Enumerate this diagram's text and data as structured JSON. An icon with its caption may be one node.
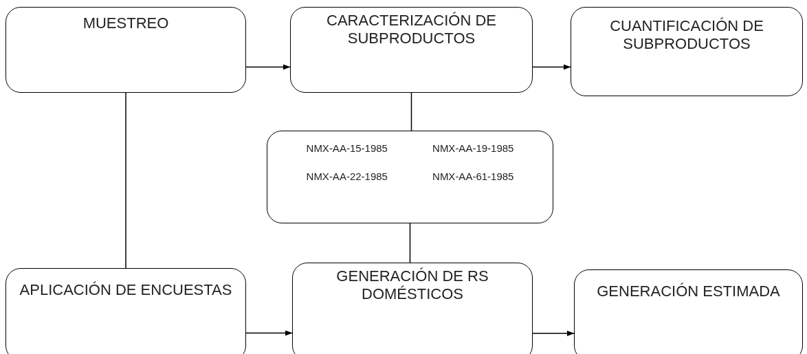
{
  "diagram": {
    "nodes": [
      {
        "text": [
          "MUESTREO"
        ]
      },
      {
        "text": [
          "CARACTERIZACIÓN DE SUBPRODUCTOS"
        ]
      },
      {
        "text": [
          "CUANTIFICACIÓN DE SUBPRODUCTOS"
        ]
      },
      {
        "text": [
          "NMX-AA-15-1985",
          "NMX-AA-19-1985",
          "NMX-AA-22-1985",
          "NMX-AA-61-1985"
        ]
      },
      {
        "text": [
          "APLICACIÓN DE ENCUESTAS"
        ]
      },
      {
        "text": [
          "GENERACIÓN DE RS DOMÉSTICOS"
        ]
      },
      {
        "text": [
          "GENERACIÓN ESTIMADA"
        ]
      }
    ],
    "edges": [
      {
        "from": 0,
        "to": 1,
        "arrow": "to"
      },
      {
        "from": 1,
        "to": 2,
        "arrow": "to"
      },
      {
        "from": 1,
        "to": 3,
        "arrow": "none"
      },
      {
        "from": 3,
        "to": 5,
        "arrow": "none"
      },
      {
        "from": 0,
        "to": 4,
        "arrow": "none"
      },
      {
        "from": 4,
        "to": 5,
        "arrow": "to"
      },
      {
        "from": 5,
        "to": 6,
        "arrow": "to"
      }
    ]
  }
}
